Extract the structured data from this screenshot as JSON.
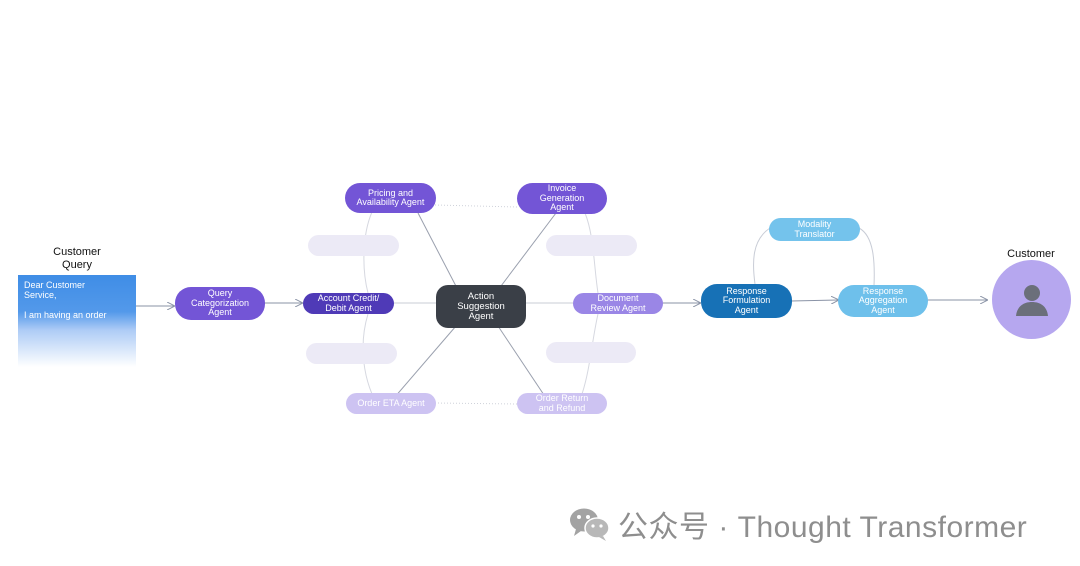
{
  "diagram": {
    "input": {
      "heading": "Customer\nQuery",
      "card_text": "Dear Customer\nService,\n\nI am having an order"
    },
    "nodes": {
      "query_categorization": "Query\nCategorization\nAgent",
      "account_credit": "Account Credit/\nDebit Agent",
      "pricing": "Pricing and\nAvailability Agent",
      "invoice": "Invoice\nGeneration\nAgent",
      "action_suggestion": "Action\nSuggestion\nAgent",
      "document_review": "Document\nReview Agent",
      "order_eta": "Order ETA Agent",
      "order_return": "Order Return\nand Refund",
      "response_formulation": "Response\nFormulation\nAgent",
      "modality_translator": "Modality\nTranslator",
      "response_aggregation": "Response\nAggregation\nAgent"
    },
    "output": {
      "heading": "Customer",
      "avatar_icon": "user-silhouette-icon"
    }
  },
  "watermark": {
    "icon": "wechat-icon",
    "text": "公众号 · Thought Transformer"
  },
  "colors": {
    "purple_dark": "#4f3ab7",
    "purple": "#7355d6",
    "purple_mid": "#9a86e6",
    "purple_light": "#cdc3f2",
    "hub": "#3a3f47",
    "blue_dark": "#1771b6",
    "blue_light": "#74c3ec",
    "avatar_bg": "#b6a7ef"
  }
}
